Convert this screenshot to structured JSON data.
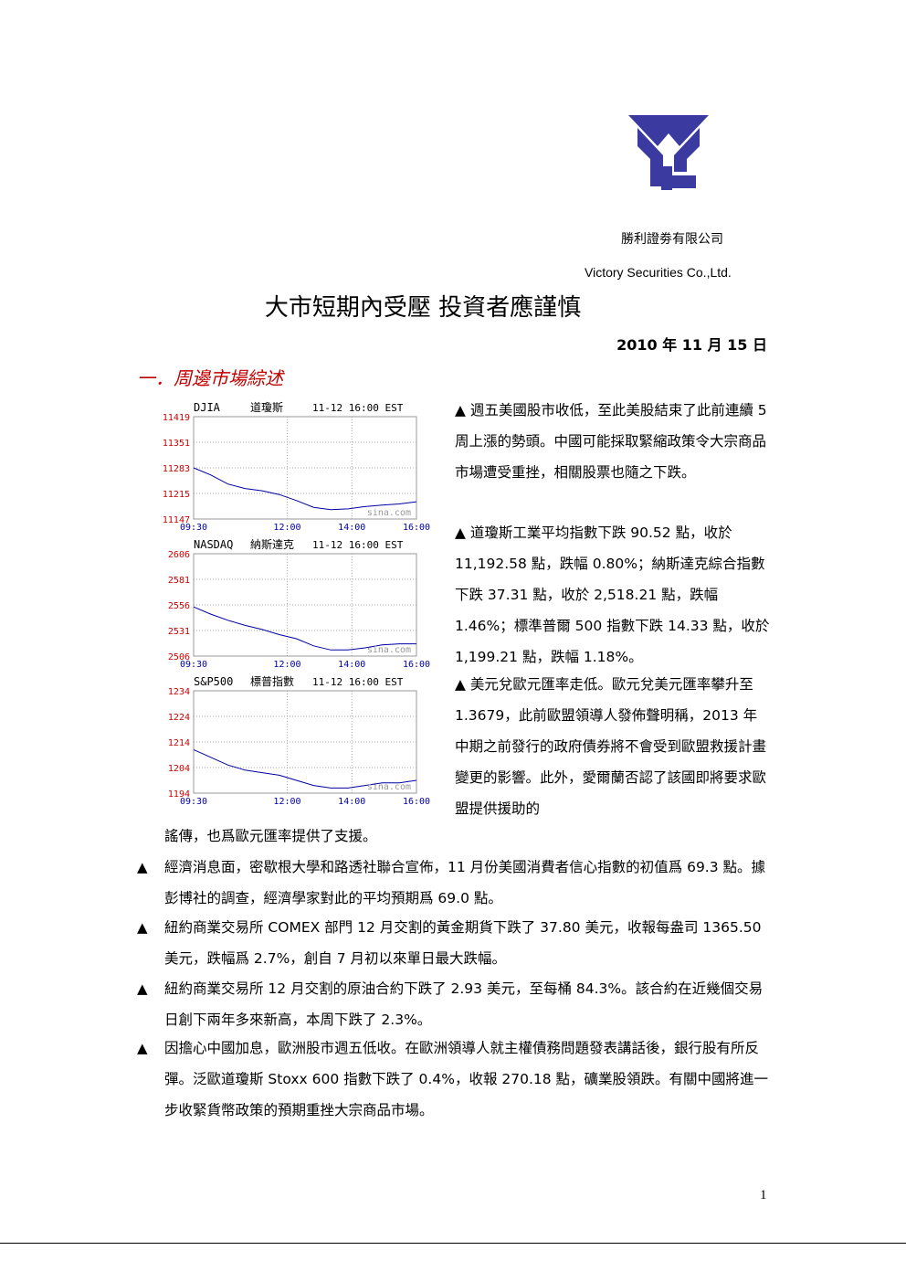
{
  "header": {
    "company_cn": "勝利證劵有限公司",
    "company_en": "Victory Securities Co.,Ltd.",
    "logo_color": "#3a3aa0"
  },
  "title": "大市短期內受壓 投資者應謹慎",
  "date": "2010 年 11 月 15 日",
  "section_heading": "一．周邊市場綜述",
  "section_color": "#c00000",
  "charts": [
    {
      "name_en": "DJIA",
      "name_cn": "道瓊斯",
      "timestamp": "11-12 16:00 EST",
      "y_ticks": [
        "11419",
        "11351",
        "11283",
        "11215",
        "11147"
      ],
      "x_ticks": [
        "09:30",
        "12:00",
        "14:00",
        "16:00"
      ],
      "watermark": "sina.com"
    },
    {
      "name_en": "NASDAQ",
      "name_cn": "納斯達克",
      "timestamp": "11-12 16:00 EST",
      "y_ticks": [
        "2606",
        "2581",
        "2556",
        "2531",
        "2506"
      ],
      "x_ticks": [
        "09:30",
        "12:00",
        "14:00",
        "16:00"
      ],
      "watermark": "sina.com"
    },
    {
      "name_en": "S&P500",
      "name_cn": "標普指數",
      "timestamp": "11-12 16:00 EST",
      "y_ticks": [
        "1234",
        "1224",
        "1214",
        "1204",
        "1194"
      ],
      "x_ticks": [
        "09:30",
        "12:00",
        "14:00",
        "16:00"
      ],
      "watermark": "sina.com"
    }
  ],
  "chart_data": [
    {
      "type": "line",
      "title": "DJIA 道瓊斯 11-12 16:00 EST",
      "x": [
        "09:30",
        "10:00",
        "10:30",
        "11:00",
        "11:30",
        "12:00",
        "12:30",
        "13:00",
        "13:30",
        "14:00",
        "14:30",
        "15:00",
        "15:30",
        "16:00"
      ],
      "series": [
        {
          "name": "DJIA",
          "values": [
            11283,
            11264,
            11240,
            11228,
            11222,
            11212,
            11196,
            11178,
            11172,
            11174,
            11180,
            11184,
            11187,
            11193
          ]
        }
      ],
      "ylim": [
        11147,
        11419
      ],
      "grid": true
    },
    {
      "type": "line",
      "title": "NASDAQ 納斯達克 11-12 16:00 EST",
      "x": [
        "09:30",
        "10:00",
        "10:30",
        "11:00",
        "11:30",
        "12:00",
        "12:30",
        "13:00",
        "13:30",
        "14:00",
        "14:30",
        "15:00",
        "15:30",
        "16:00"
      ],
      "series": [
        {
          "name": "NASDAQ",
          "values": [
            2554,
            2547,
            2541,
            2536,
            2532,
            2527,
            2523,
            2516,
            2512,
            2512,
            2514,
            2517,
            2518,
            2518
          ]
        }
      ],
      "ylim": [
        2506,
        2606
      ],
      "grid": true
    },
    {
      "type": "line",
      "title": "S&P500 標普指數 11-12 16:00 EST",
      "x": [
        "09:30",
        "10:00",
        "10:30",
        "11:00",
        "11:30",
        "12:00",
        "12:30",
        "13:00",
        "13:30",
        "14:00",
        "14:30",
        "15:00",
        "15:30",
        "16:00"
      ],
      "series": [
        {
          "name": "S&P500",
          "values": [
            1211,
            1208,
            1205,
            1203,
            1202,
            1201,
            1199,
            1197,
            1196,
            1196,
            1197,
            1198,
            1198,
            1199
          ]
        }
      ],
      "ylim": [
        1194,
        1234
      ],
      "grid": true
    }
  ],
  "paragraphs_right": [
    "▲ 週五美國股市收低，至此美股結束了此前連續 5 周上漲的勢頭。中國可能採取緊縮政策令大宗商品市場遭受重挫，相關股票也隨之下跌。",
    "▲ 道瓊斯工業平均指數下跌 90.52 點，收於 11,192.58 點，跌幅 0.80%；納斯達克綜合指數下跌 37.31 點，收於 2,518.21 點，跌幅 1.46%；標準普爾 500 指數下跌 14.33 點，收於 1,199.21 點，跌幅 1.18%。",
    "▲ 美元兌歐元匯率走低。歐元兌美元匯率攀升至 1.3679，此前歐盟領導人發佈聲明稱，2013 年中期之前發行的政府債券將不會受到歐盟救援計畫變更的影響。此外，愛爾蘭否認了該國即將要求歐盟提供援助的"
  ],
  "paragraph_continuation": "謠傳，也爲歐元匯率提供了支援。",
  "bullets": [
    "經濟消息面，密歇根大學和路透社聯合宣佈，11 月份美國消費者信心指數的初值爲 69.3 點。據彭博社的調查，經濟學家對此的平均預期爲 69.0 點。",
    "紐約商業交易所 COMEX 部門 12 月交割的黃金期貨下跌了 37.80 美元，收報每盎司 1365.50 美元，跌幅爲 2.7%，創自 7 月初以來單日最大跌幅。",
    "紐約商業交易所 12 月交割的原油合約下跌了 2.93 美元，至每桶 84.3%。該合約在近幾個交易日創下兩年多來新高，本周下跌了 2.3%。",
    "因擔心中國加息，歐洲股市週五低收。在歐洲領導人就主權債務問題發表講話後，銀行股有所反彈。泛歐道瓊斯 Stoxx 600 指數下跌了 0.4%，收報 270.18 點，礦業股領跌。有關中國將進一步收緊貨幣政策的預期重挫大宗商品市場。"
  ],
  "bullet_symbol": "▲",
  "page_number": "1"
}
